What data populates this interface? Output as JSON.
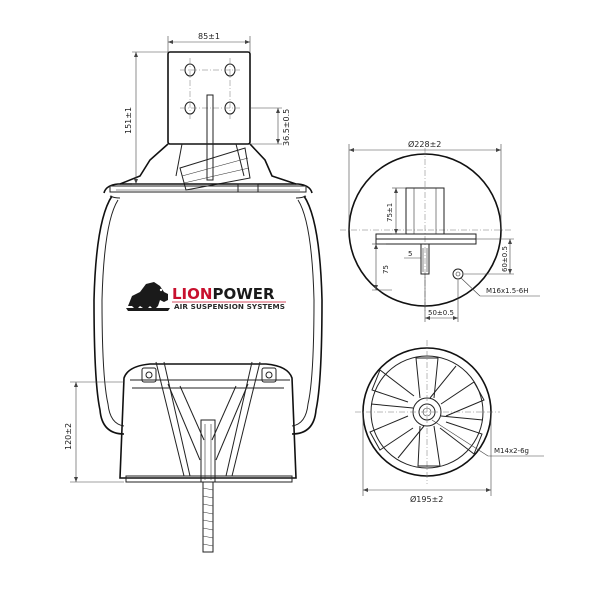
{
  "brand": {
    "name_part1": "LION",
    "name_part2": "POWER",
    "tagline": "AIR SUSPENSION SYSTEMS",
    "color_primary": "#1a1a1a",
    "color_accent": "#c8102e"
  },
  "dimensions": {
    "plate_width": "85±1",
    "plate_height": "151±1",
    "plate_hole_offset": "36.5±0.5",
    "top_diameter": "Ø228±2",
    "top_plate_height": "75±1",
    "top_offset_right": "60±0.5",
    "top_small_gap": "5",
    "top_lower_height": "75",
    "top_port_thread": "M16x1.5-6H",
    "top_port_offset": "50±0.5",
    "piston_height": "120±2",
    "bottom_thread": "M14x2-6g",
    "bottom_diameter": "Ø195±2"
  }
}
